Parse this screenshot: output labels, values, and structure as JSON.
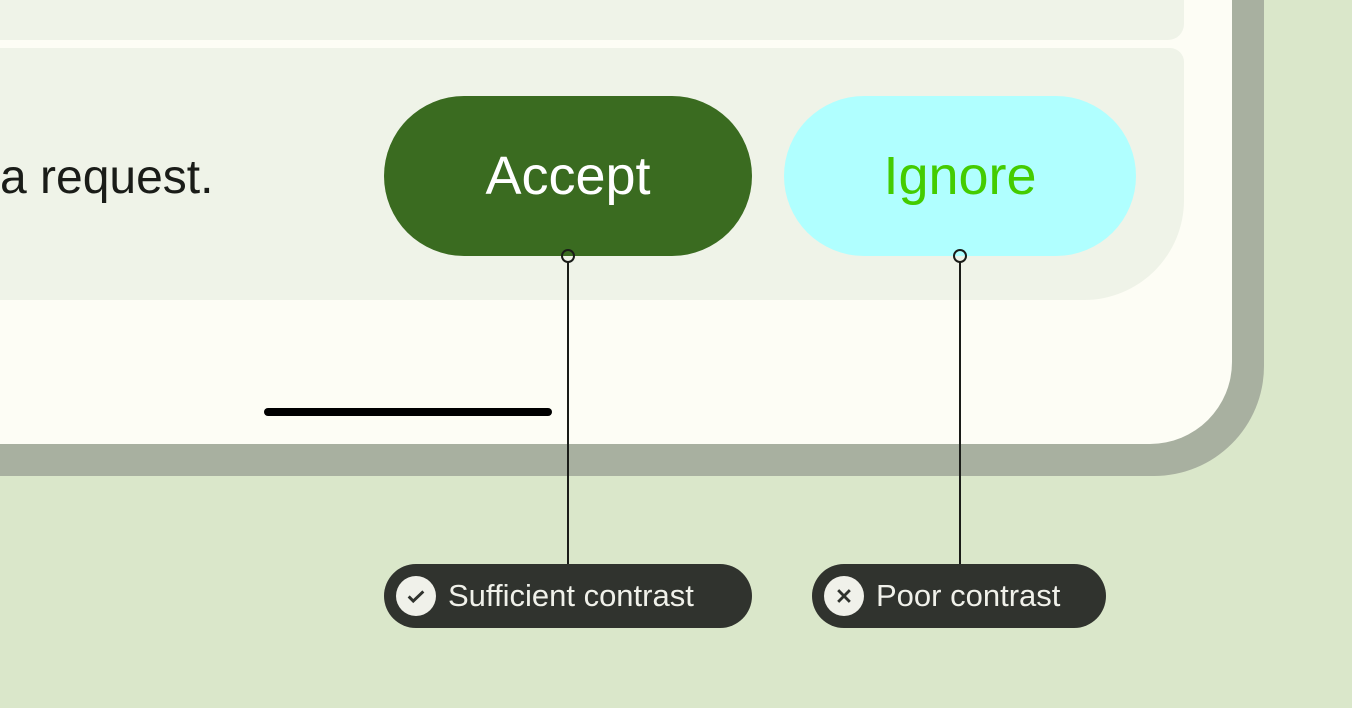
{
  "message": {
    "text": "a request."
  },
  "buttons": {
    "accept": "Accept",
    "ignore": "Ignore"
  },
  "annotations": [
    {
      "label": "Sufficient contrast",
      "icon": "check-circle-icon"
    },
    {
      "label": "Poor contrast",
      "icon": "close-circle-icon"
    }
  ],
  "colors": {
    "background": "#dae7ca",
    "accept_bg": "#3a6b20",
    "accept_text": "#ffffff",
    "ignore_bg": "#b0ffff",
    "ignore_text": "#44cc00",
    "chip_bg": "#30332e"
  }
}
